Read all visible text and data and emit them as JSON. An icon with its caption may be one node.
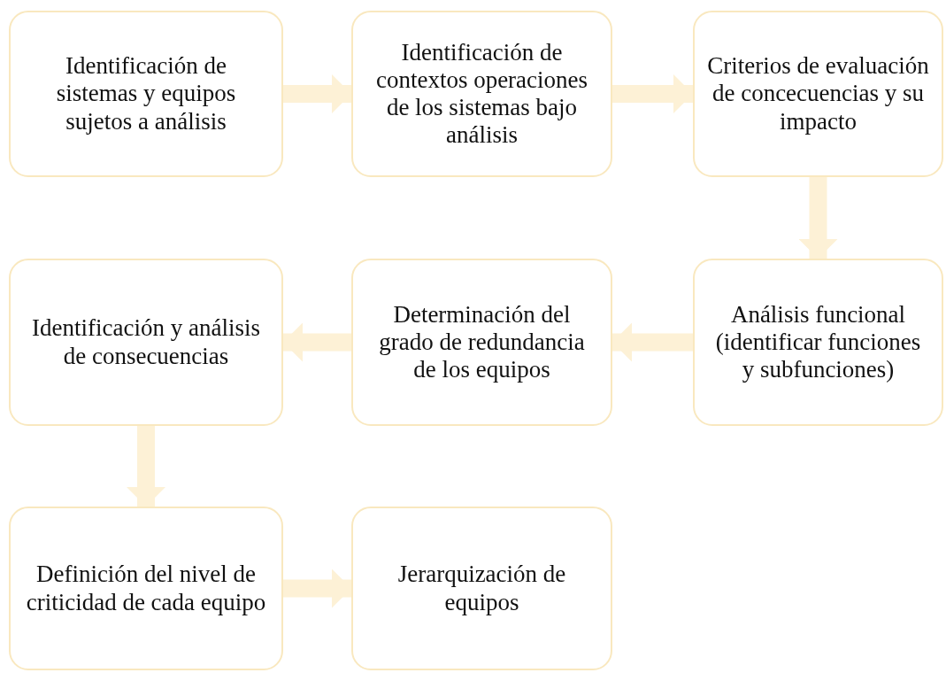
{
  "diagram": {
    "nodes": [
      {
        "text": [
          "Identificación de sistemas y equipos sujetos a análisis"
        ]
      },
      {
        "text": [
          "Identificación de contextos operaciones de los sistemas bajo análisis"
        ]
      },
      {
        "text": [
          "Criterios de evaluación de concecuencias y su impacto"
        ]
      },
      {
        "text": [
          "Identificación y análisis de consecuencias"
        ]
      },
      {
        "text": [
          "Determinación del grado de redundancia de los equipos"
        ]
      },
      {
        "text": [
          "Análisis funcional (identificar funciones y subfunciones)"
        ]
      },
      {
        "text": [
          "Definición del nivel de criticidad de cada equipo"
        ]
      },
      {
        "text": [
          "Jerarquización de equipos"
        ]
      }
    ],
    "edges": [
      {
        "from": 0,
        "to": 1,
        "arrow": "to"
      },
      {
        "from": 1,
        "to": 2,
        "arrow": "to"
      },
      {
        "from": 2,
        "to": 5,
        "arrow": "to"
      },
      {
        "from": 5,
        "to": 4,
        "arrow": "to"
      },
      {
        "from": 4,
        "to": 3,
        "arrow": "to"
      },
      {
        "from": 3,
        "to": 6,
        "arrow": "to"
      },
      {
        "from": 6,
        "to": 7,
        "arrow": "to"
      }
    ]
  }
}
